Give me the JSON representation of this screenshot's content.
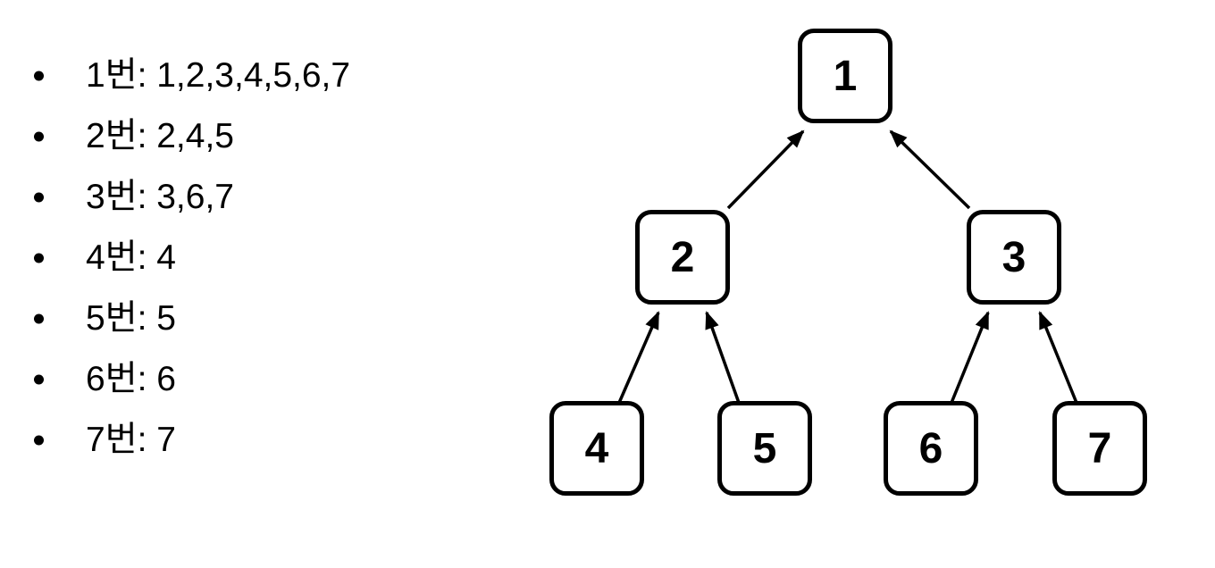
{
  "background_color": "#ffffff",
  "text_color": "#000000",
  "list": {
    "items": [
      {
        "text": "1번: 1,2,3,4,5,6,7"
      },
      {
        "text": "2번: 2,4,5"
      },
      {
        "text": "3번: 3,6,7"
      },
      {
        "text": "4번: 4"
      },
      {
        "text": "5번: 5"
      },
      {
        "text": "6번: 6"
      },
      {
        "text": "7번: 7"
      }
    ]
  },
  "tree": {
    "type": "binary-tree",
    "edge_direction": "child-to-parent",
    "stroke_color": "#000000",
    "node_fill": "#ffffff",
    "nodes": [
      {
        "id": "1",
        "label": "1"
      },
      {
        "id": "2",
        "label": "2"
      },
      {
        "id": "3",
        "label": "3"
      },
      {
        "id": "4",
        "label": "4"
      },
      {
        "id": "5",
        "label": "5"
      },
      {
        "id": "6",
        "label": "6"
      },
      {
        "id": "7",
        "label": "7"
      }
    ],
    "edges": [
      {
        "from": "2",
        "to": "1"
      },
      {
        "from": "3",
        "to": "1"
      },
      {
        "from": "4",
        "to": "2"
      },
      {
        "from": "5",
        "to": "2"
      },
      {
        "from": "6",
        "to": "3"
      },
      {
        "from": "7",
        "to": "3"
      }
    ]
  }
}
